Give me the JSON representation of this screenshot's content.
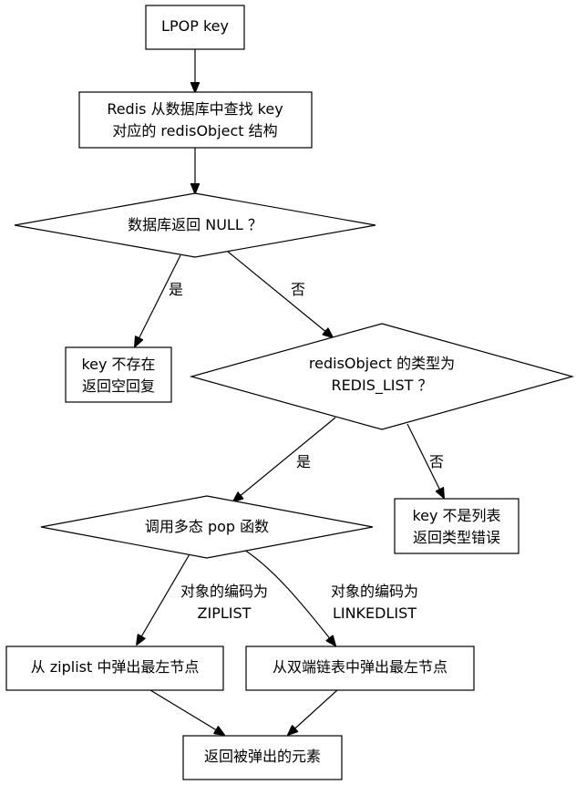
{
  "nodes": {
    "lpop_key": {
      "lines": [
        "LPOP key"
      ]
    },
    "lookup_key": {
      "lines": [
        "Redis 从数据库中查找 key",
        "对应的 redisObject 结构"
      ]
    },
    "db_returns_null": {
      "lines": [
        "数据库返回 NULL ？"
      ]
    },
    "key_not_exist": {
      "lines": [
        "key 不存在",
        "返回空回复"
      ]
    },
    "is_redis_list": {
      "lines": [
        "redisObject 的类型为",
        "REDIS_LIST ？"
      ]
    },
    "call_pop": {
      "lines": [
        "调用多态 pop 函数"
      ]
    },
    "type_error": {
      "lines": [
        "key 不是列表",
        "返回类型错误"
      ]
    },
    "ziplist_pop": {
      "lines": [
        "从 ziplist 中弹出最左节点"
      ]
    },
    "linkedlist_pop": {
      "lines": [
        "从双端链表中弹出最左节点"
      ]
    },
    "return_popped": {
      "lines": [
        "返回被弹出的元素"
      ]
    }
  },
  "edge_labels": {
    "null_yes": [
      "是"
    ],
    "null_no": [
      "否"
    ],
    "list_yes": [
      "是"
    ],
    "list_no": [
      "否"
    ],
    "enc_ziplist": [
      "对象的编码为",
      "ZIPLIST"
    ],
    "enc_linkedlist": [
      "对象的编码为",
      "LINKEDLIST"
    ]
  }
}
